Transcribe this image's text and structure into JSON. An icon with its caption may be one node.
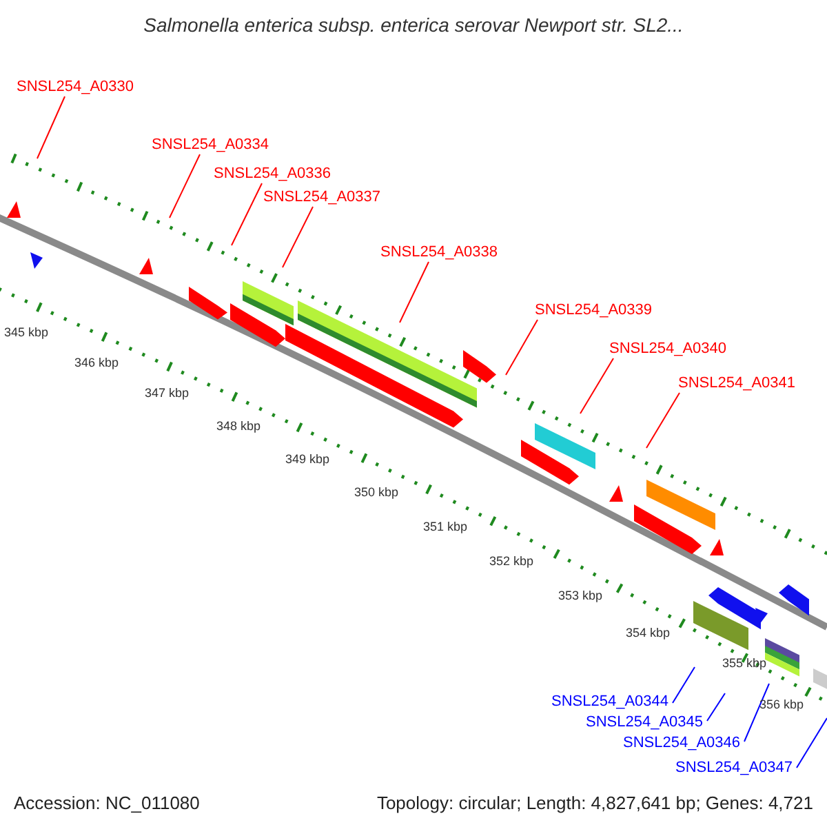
{
  "diagram": {
    "title": "Salmonella enterica subsp. enterica serovar Newport str. SL2...",
    "nodes": [
      {
        "text": [
          "SNSL254_A0330"
        ]
      },
      {
        "text": [
          "SNSL254_A0334"
        ]
      },
      {
        "text": [
          "SNSL254_A0336"
        ]
      },
      {
        "text": [
          "SNSL254_A0337"
        ]
      },
      {
        "text": [
          "SNSL254_A0338"
        ]
      },
      {
        "text": [
          "SNSL254_A0339"
        ]
      },
      {
        "text": [
          "SNSL254_A0340"
        ]
      },
      {
        "text": [
          "SNSL254_A0341"
        ]
      },
      {
        "text": [
          "SNSL254_A0344"
        ]
      },
      {
        "text": [
          "SNSL254_A0345"
        ]
      },
      {
        "text": [
          "SNSL254_A0346"
        ]
      },
      {
        "text": [
          "SNSL254_A0347"
        ]
      }
    ],
    "edges": [
      {
        "from": 0,
        "to": null,
        "arrow": "none"
      },
      {
        "from": 1,
        "to": null,
        "arrow": "none"
      },
      {
        "from": 2,
        "to": null,
        "arrow": "none"
      },
      {
        "from": 3,
        "to": null,
        "arrow": "none"
      },
      {
        "from": 4,
        "to": null,
        "arrow": "none"
      },
      {
        "from": 5,
        "to": null,
        "arrow": "none"
      },
      {
        "from": 6,
        "to": null,
        "arrow": "none"
      },
      {
        "from": 7,
        "to": null,
        "arrow": "none"
      },
      {
        "from": 8,
        "to": null,
        "arrow": "none",
        "color": "#0000ff"
      },
      {
        "from": 9,
        "to": null,
        "arrow": "none",
        "color": "#0000ff"
      },
      {
        "from": 10,
        "to": null,
        "arrow": "none",
        "color": "#0000ff"
      },
      {
        "from": 11,
        "to": null,
        "arrow": "none",
        "color": "#0000ff"
      }
    ],
    "labels": [
      "345 kbp",
      "346 kbp",
      "347 kbp",
      "348 kbp",
      "349 kbp",
      "350 kbp",
      "351 kbp",
      "352 kbp",
      "353 kbp",
      "354 kbp",
      "355 kbp",
      "356 kbp",
      "Accession: NC_011080",
      "Topology: circular; Length: 4,827,641 bp; Genes: 4,721"
    ]
  }
}
